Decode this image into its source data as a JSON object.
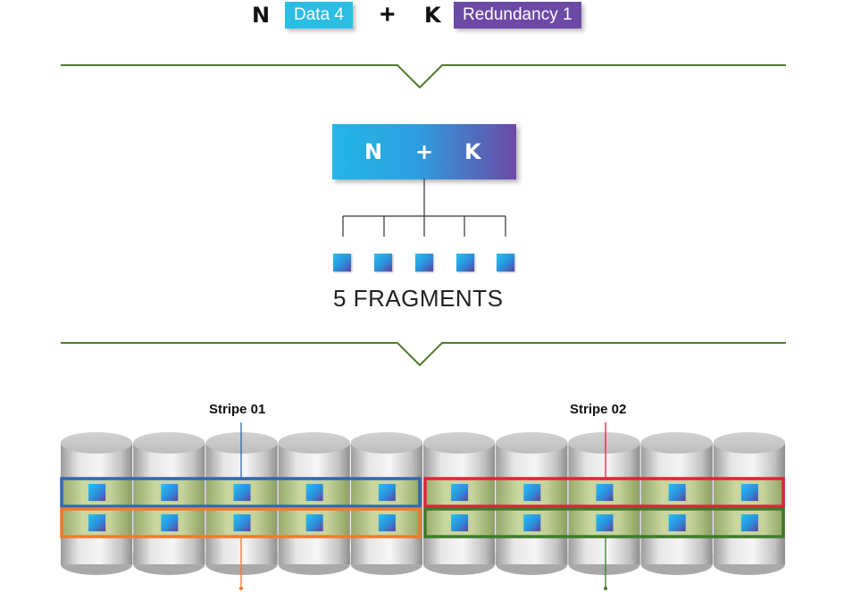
{
  "header": {
    "n_letter": "N",
    "data_label": "Data 4",
    "k_letter": "K",
    "redundancy_label": "Redundancy 1"
  },
  "encoder": {
    "n_letter": "N",
    "k_letter": "K"
  },
  "fragments": {
    "count": 5,
    "label": "5 FRAGMENTS"
  },
  "storage": {
    "stripe1_label": "Stripe 01",
    "stripe2_label": "Stripe 02",
    "disk_count": 10,
    "row_count": 2
  },
  "colors": {
    "data_pill": "#2bbde4",
    "redundancy_pill": "#6b4aa6",
    "divider": "#4e7a2c",
    "stripe1_row1": "#2e68b3",
    "stripe1_row2": "#ef7a2f",
    "stripe2_row1": "#e3223a",
    "stripe2_row2": "#3f7a2c",
    "fragment_band": "#b9c98f"
  }
}
